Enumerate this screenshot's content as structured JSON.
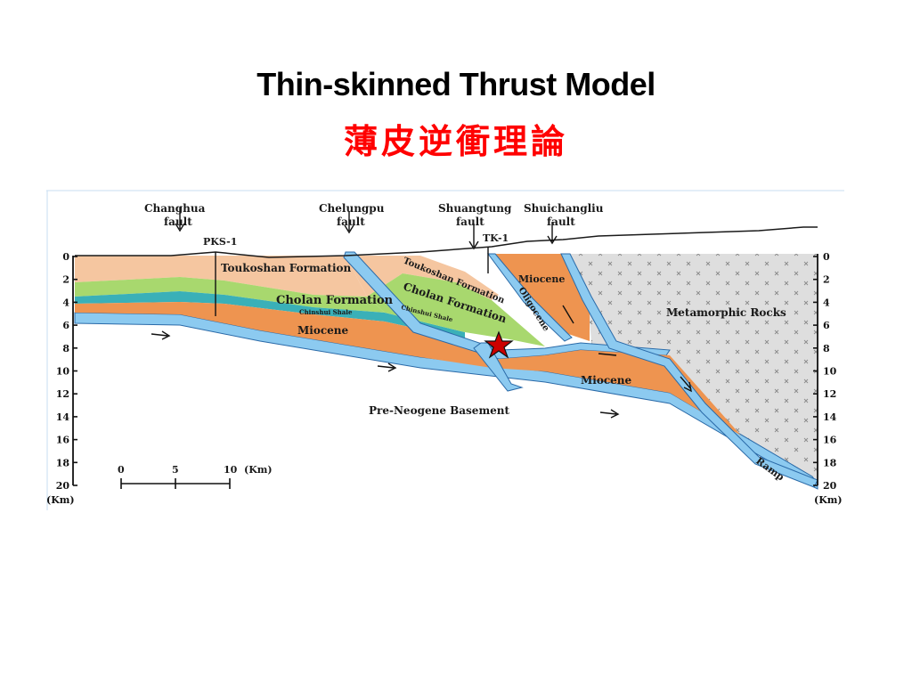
{
  "title": "Thin-skinned Thrust Model",
  "subtitle": "薄皮逆衝理論",
  "faults": [
    {
      "name": "Changhua",
      "sub": "fault"
    },
    {
      "name": "Chelungpu",
      "sub": "fault"
    },
    {
      "name": "Shuangtung",
      "sub": "fault"
    },
    {
      "name": "Shuichangliu",
      "sub": "fault"
    }
  ],
  "wells": [
    "PKS-1",
    "TK-1"
  ],
  "formations": {
    "toukoshan_left": "Toukoshan Formation",
    "toukoshan_right": "Toukoshan Formation",
    "cholan_left": "Cholan Formation",
    "cholan_right": "Cholan Formation",
    "chinshui_left": "Chinshui Shale",
    "chinshui_right": "Chinshui Shale",
    "miocene_left": "Miocene",
    "miocene_top": "Miocene",
    "miocene_lower": "Miocene",
    "oligocene": "Oligocene",
    "metamorphic": "Metamorphic Rocks",
    "basement": "Pre-Neogene Basement",
    "ramp": "Ramp"
  },
  "depth_ticks": [
    "0",
    "2",
    "4",
    "6",
    "8",
    "10",
    "12",
    "14",
    "16",
    "18",
    "20"
  ],
  "depth_unit": "(Km)",
  "scale_bar": {
    "ticks": [
      "0",
      "5",
      "10"
    ],
    "unit": "(Km)"
  },
  "colors": {
    "toukoshan": "#f5c6a0",
    "cholan": "#a8d86e",
    "shale": "#3ab0b8",
    "miocene": "#ee9450",
    "basement_belt": "#8ccaf0",
    "metamorphic": "#dedede",
    "star": "#cc0000"
  }
}
